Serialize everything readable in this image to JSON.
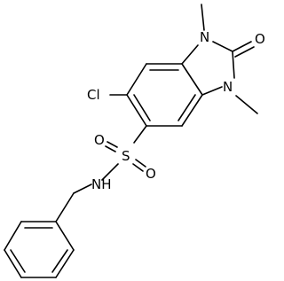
{
  "molecule": {
    "atom_labels": {
      "n1": "N",
      "n3": "N",
      "o_carbonyl": "O",
      "cl": "Cl",
      "s": "S",
      "o_sulfonyl_1": "O",
      "o_sulfonyl_2": "O",
      "nh": "NH"
    }
  }
}
